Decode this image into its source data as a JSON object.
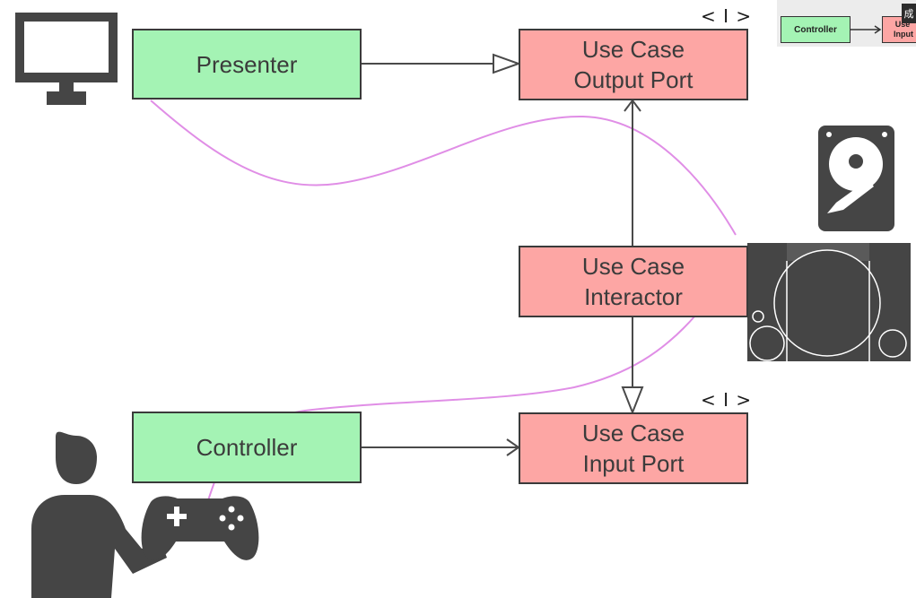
{
  "boxes": {
    "presenter": {
      "label": "Presenter"
    },
    "output_port": {
      "line1": "Use Case",
      "line2": "Output Port",
      "stereotype": "< I >"
    },
    "interactor": {
      "line1": "Use Case",
      "line2": "Interactor"
    },
    "controller": {
      "label": "Controller"
    },
    "input_port": {
      "line1": "Use Case",
      "line2": "Input Port",
      "stereotype": "< I >"
    }
  },
  "thumbnail": {
    "controller_label": "Controller",
    "partial_label": "Use Input",
    "corner_glyph": "成"
  },
  "icons": [
    "monitor-icon",
    "hard-drive-icon",
    "game-console-icon",
    "user-with-gamepad-icon"
  ],
  "colors": {
    "green_box": "#a4f3b4",
    "red_box": "#fda6a4",
    "icon": "#454545",
    "pen_stroke": "#e08ee6"
  }
}
